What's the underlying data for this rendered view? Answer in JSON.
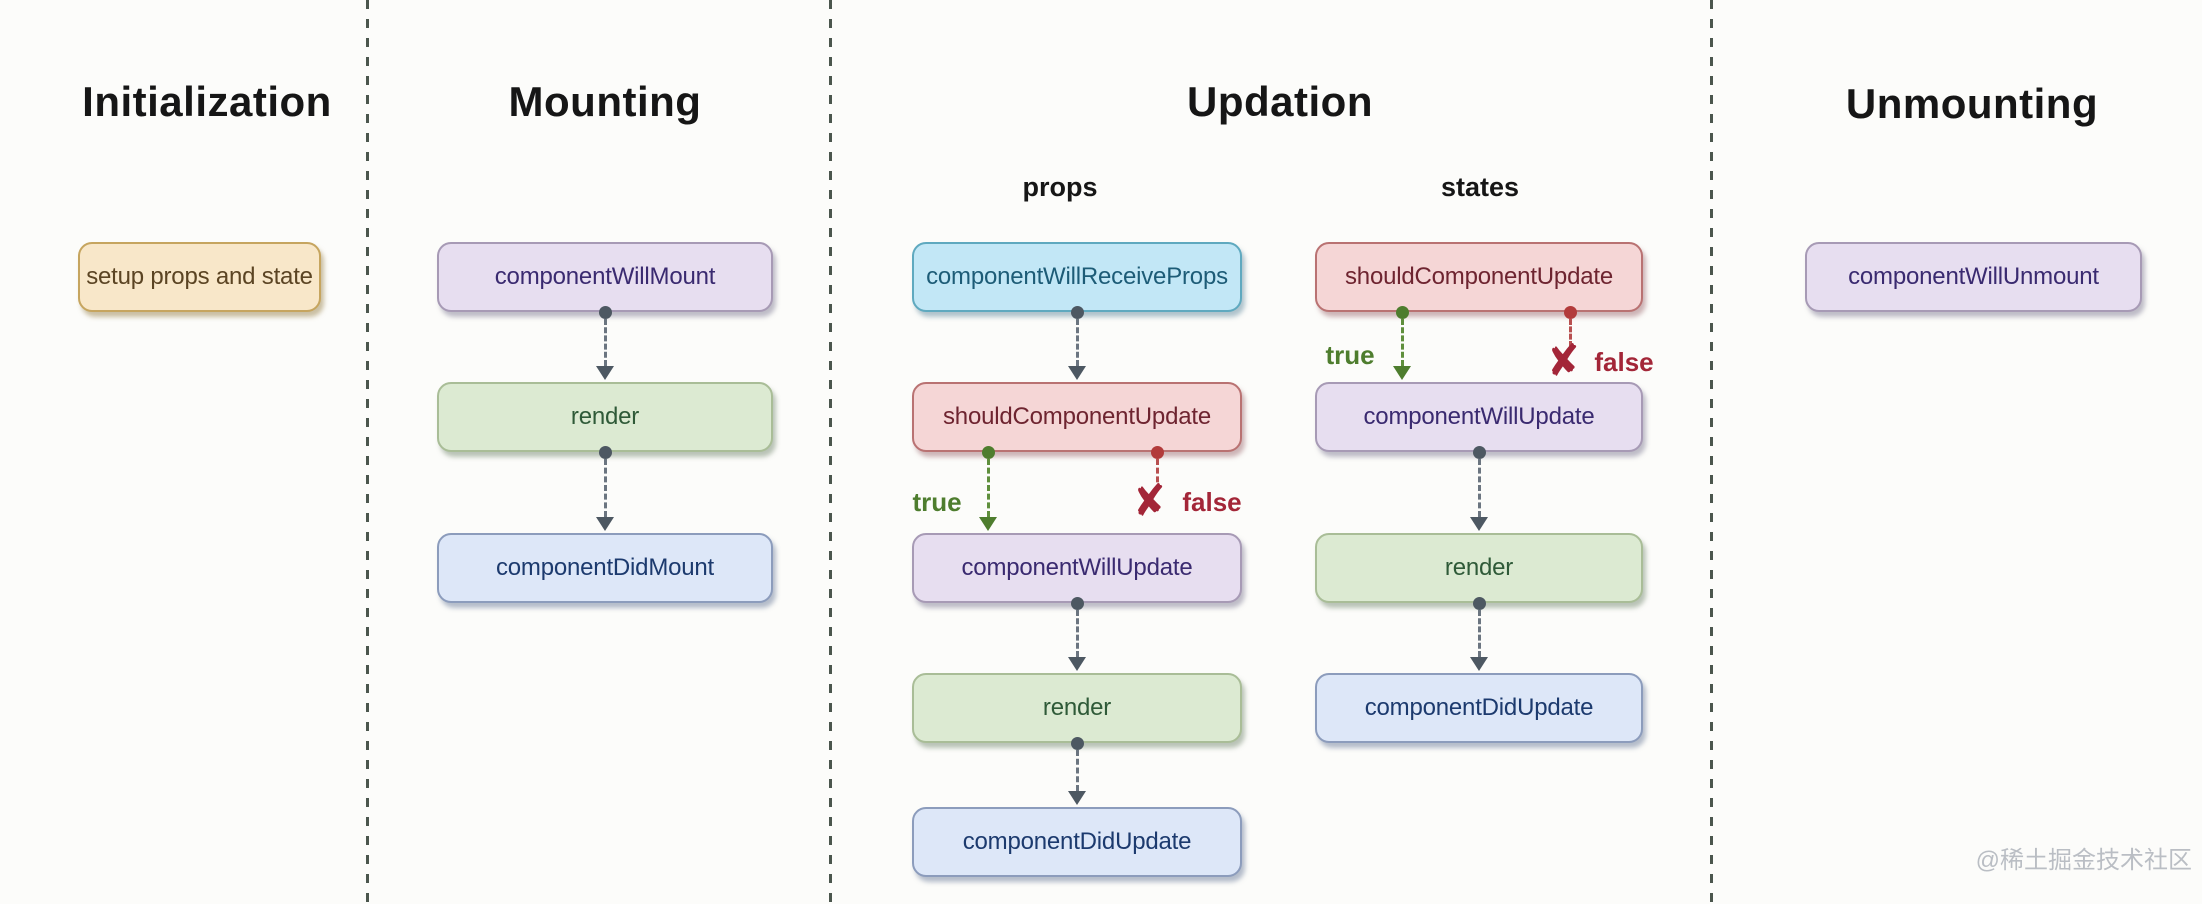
{
  "sections": {
    "initialization": {
      "title": "Initialization"
    },
    "mounting": {
      "title": "Mounting"
    },
    "updation": {
      "title": "Updation",
      "subcolumns": {
        "props": "props",
        "states": "states"
      }
    },
    "unmounting": {
      "title": "Unmounting"
    }
  },
  "nodes": {
    "setup_props_and_state": "setup props and state",
    "component_will_mount": "componentWillMount",
    "mounting_render": "render",
    "component_did_mount": "componentDidMount",
    "component_will_receive_props": "componentWillReceiveProps",
    "props_should_component_update": "shouldComponentUpdate",
    "props_component_will_update": "componentWillUpdate",
    "props_render": "render",
    "props_component_did_update": "componentDidUpdate",
    "states_should_component_update": "shouldComponentUpdate",
    "states_component_will_update": "componentWillUpdate",
    "states_render": "render",
    "states_component_did_update": "componentDidUpdate",
    "component_will_unmount": "componentWillUnmount"
  },
  "branch_labels": {
    "true_label": "true",
    "false_label": "false"
  },
  "icons": {
    "dead_end_x": "✘"
  },
  "colors": {
    "node_yellow_bg": "#f8e7c9",
    "node_yellow_border": "#c6a55f",
    "node_purple_bg": "#e7def0",
    "node_purple_border": "#a79ab5",
    "node_green_bg": "#dcead2",
    "node_green_border": "#a9bd97",
    "node_blue_bg": "#dde7f8",
    "node_blue_border": "#8c9cbc",
    "node_cyan_bg": "#c2e7f6",
    "node_cyan_border": "#5fa9bf",
    "node_pink_bg": "#f5d6d6",
    "node_pink_border": "#b97272",
    "arrow_gray": "#4d5862",
    "arrow_true_green": "#4e7d2e",
    "arrow_false_red": "#b23b3b",
    "separator_dash": "#4b564d"
  },
  "watermark": "@稀土掘金技术社区"
}
